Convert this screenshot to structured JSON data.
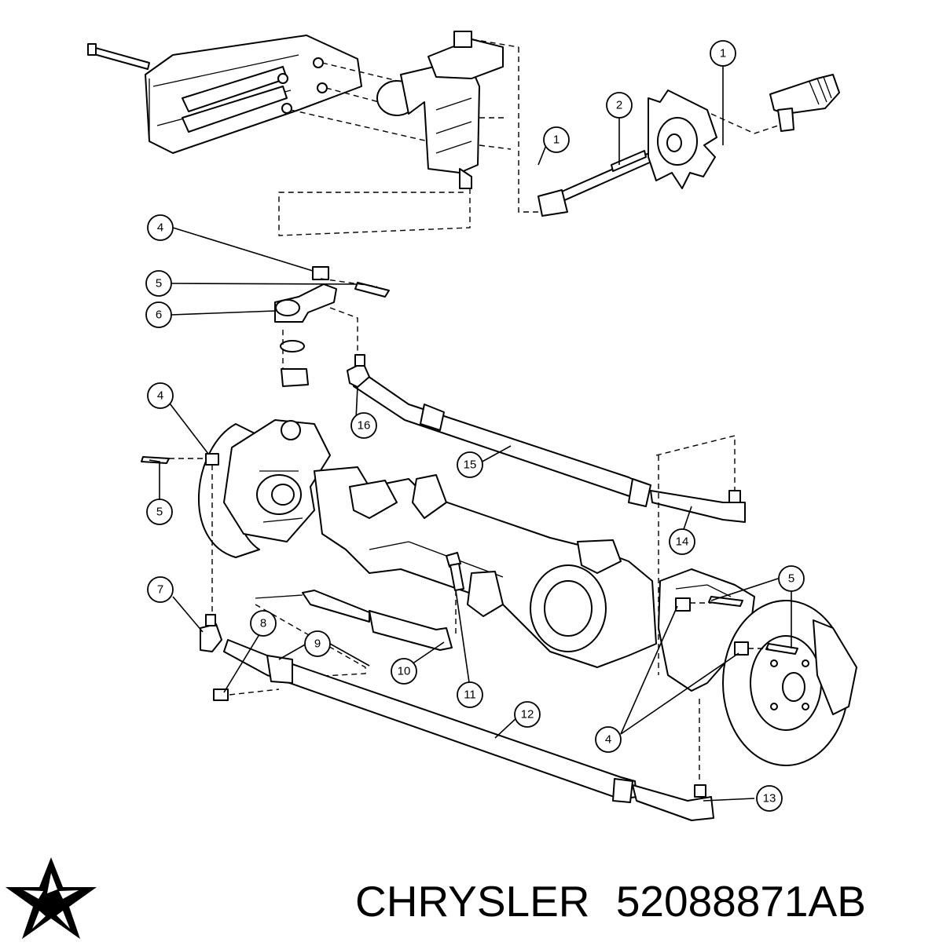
{
  "diagram": {
    "callouts": [
      "1",
      "2",
      "1",
      "4",
      "5",
      "6",
      "16",
      "4",
      "15",
      "5",
      "14",
      "5",
      "7",
      "8",
      "9",
      "10",
      "11",
      "12",
      "4",
      "13"
    ]
  },
  "caption": {
    "brand": "CHRYSLER",
    "part_number": "52088871AB"
  },
  "logo": {
    "icon": "pentastar-icon",
    "color": "#000000"
  }
}
